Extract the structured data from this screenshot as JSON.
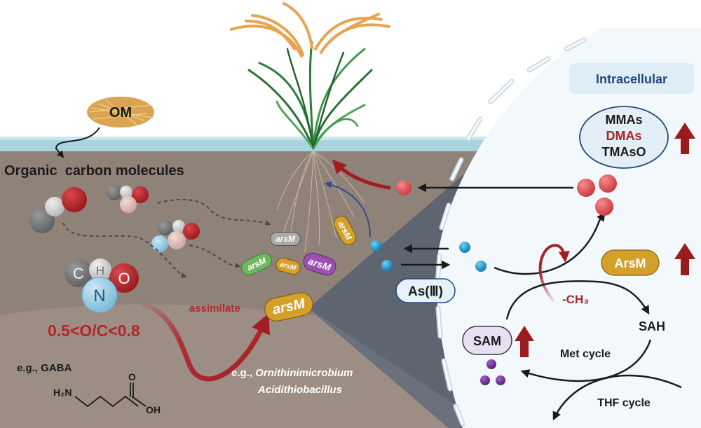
{
  "labels": {
    "om": "OM",
    "organic_carbon": "Organic  carbon molecules",
    "ratio": "0.5<O/C<0.8",
    "gaba_example": "e.g., GABA",
    "gaba_h2n": "H₂N",
    "gaba_o": "O",
    "gaba_oh": "OH",
    "assimilate": "assimilate",
    "microbe_eg": "e.g.,",
    "microbe_1": "Ornithinimicrobium",
    "microbe_2": "Acidithiobacillus",
    "intracellular": "Intracellular",
    "mmas": "MMAs",
    "dmas": "DMAs",
    "tmaso": "TMAsO",
    "as3": "As(Ⅲ)",
    "arsm_protein": "ArsM",
    "ch3": "-CH₃",
    "sah": "SAH",
    "sam": "SAM",
    "met_cycle": "Met cycle",
    "thf_cycle": "THF cycle"
  },
  "atoms": {
    "c": "C",
    "h": "H",
    "o": "O",
    "n": "N"
  },
  "arsm_genes": [
    {
      "label": "arsM",
      "color": "#a9a9a9"
    },
    {
      "label": "arsM",
      "color": "#d4a02a"
    },
    {
      "label": "arsM",
      "color": "#6fb85e"
    },
    {
      "label": "arsM",
      "color": "#d4a02a"
    },
    {
      "label": "arsM",
      "color": "#9c4fb0"
    },
    {
      "label": "arsM",
      "color": "#d4a02a"
    }
  ],
  "colors": {
    "soil": "#8f8279",
    "soil_lower": "#9a8c83",
    "water": "#a9d3df",
    "cell_fill": "#f3f8fc",
    "membrane": "#dce9f2",
    "red_text": "#b3262b",
    "dark_red_arrow": "#9b1c1f",
    "blue_title": "#1f4a7a",
    "arsenite": "#1d9bd2",
    "methyl_as": "#e0585a",
    "sam_dots": "#6b2f8f",
    "wedge": "#5e6470"
  }
}
